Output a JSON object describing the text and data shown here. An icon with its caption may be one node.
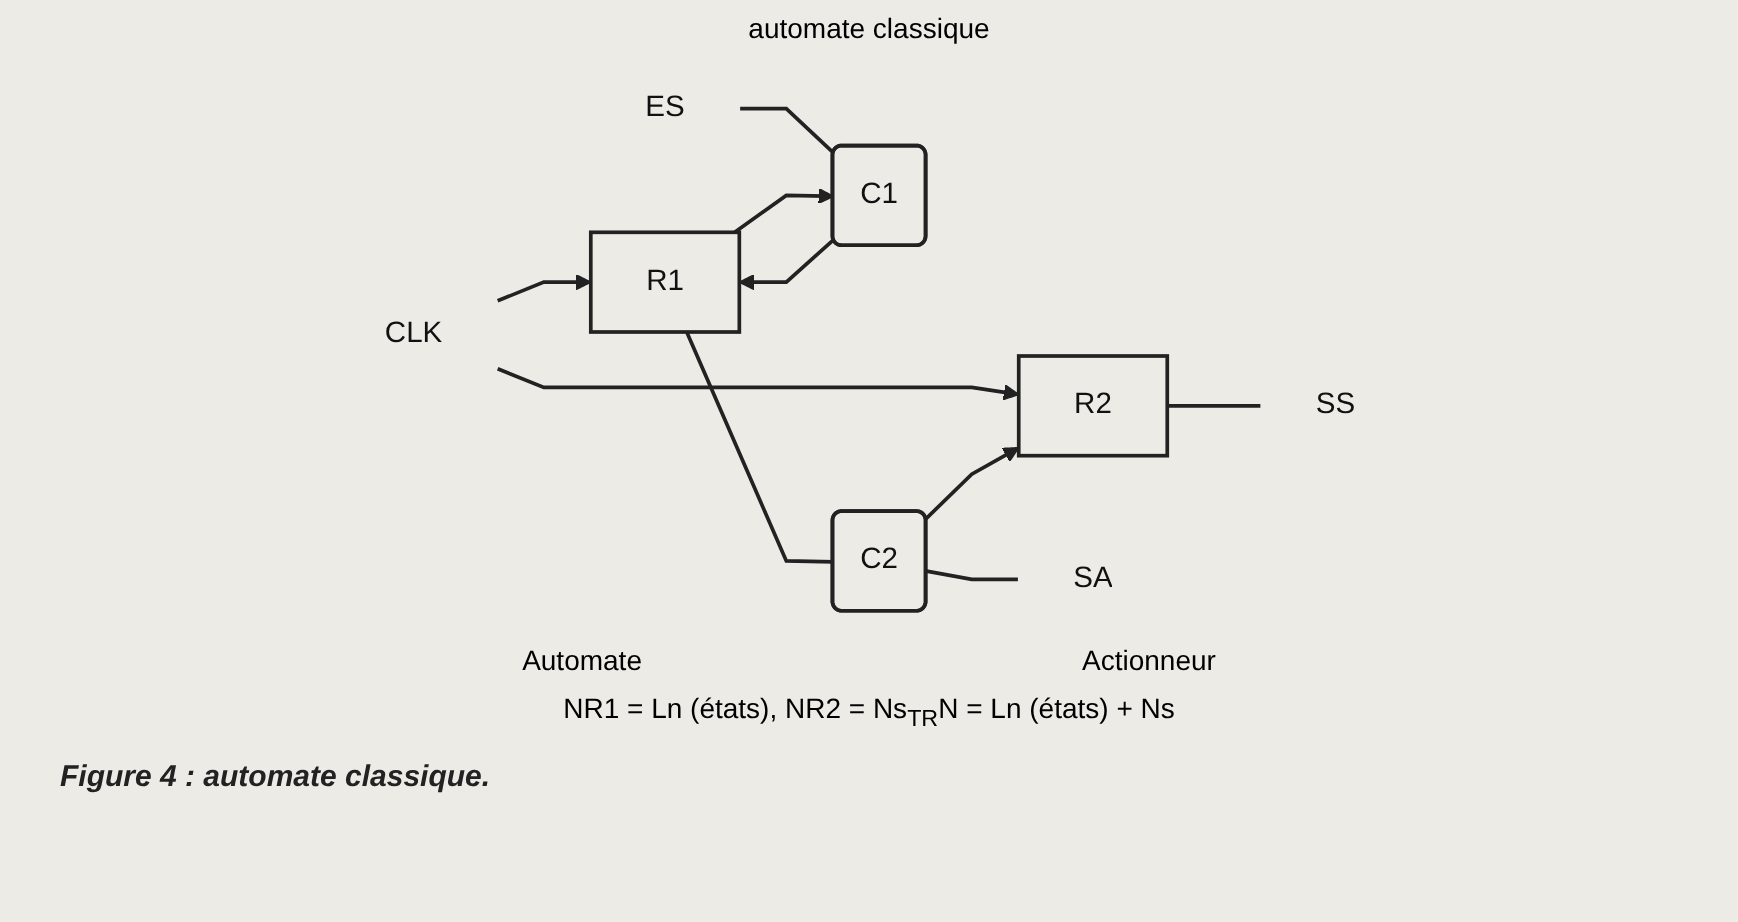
{
  "diagram": {
    "title": "automate classique",
    "caption": "Figure 4 : automate classique.",
    "nodes": [
      {
        "text": [
          "CLK"
        ]
      },
      {
        "text": [
          "ES"
        ]
      },
      {
        "text": [
          "C1"
        ]
      },
      {
        "text": [
          "R1"
        ]
      },
      {
        "text": [
          "C2"
        ]
      },
      {
        "text": [
          "R2"
        ]
      },
      {
        "text": [
          "SS"
        ]
      },
      {
        "text": [
          "SA"
        ]
      }
    ],
    "edges": [
      {
        "from": 0,
        "to": 3,
        "arrow": "to"
      },
      {
        "from": 0,
        "to": 5,
        "arrow": "to"
      },
      {
        "from": 1,
        "to": 2,
        "arrow": "none"
      },
      {
        "from": 2,
        "to": 3,
        "arrow": "to"
      },
      {
        "from": 3,
        "to": 4,
        "arrow": "none"
      },
      {
        "from": 3,
        "to": 2,
        "arrow": "to"
      },
      {
        "from": 4,
        "to": 5,
        "arrow": "to"
      },
      {
        "from": 4,
        "to": 7,
        "arrow": "none"
      },
      {
        "from": 5,
        "to": 6,
        "arrow": "none"
      }
    ],
    "labels": [
      "Automate",
      "Actionneur",
      "NR1 = Ln (états), NR2 = Ns$_{TR}$N = Ln (états) + Ns"
    ]
  }
}
